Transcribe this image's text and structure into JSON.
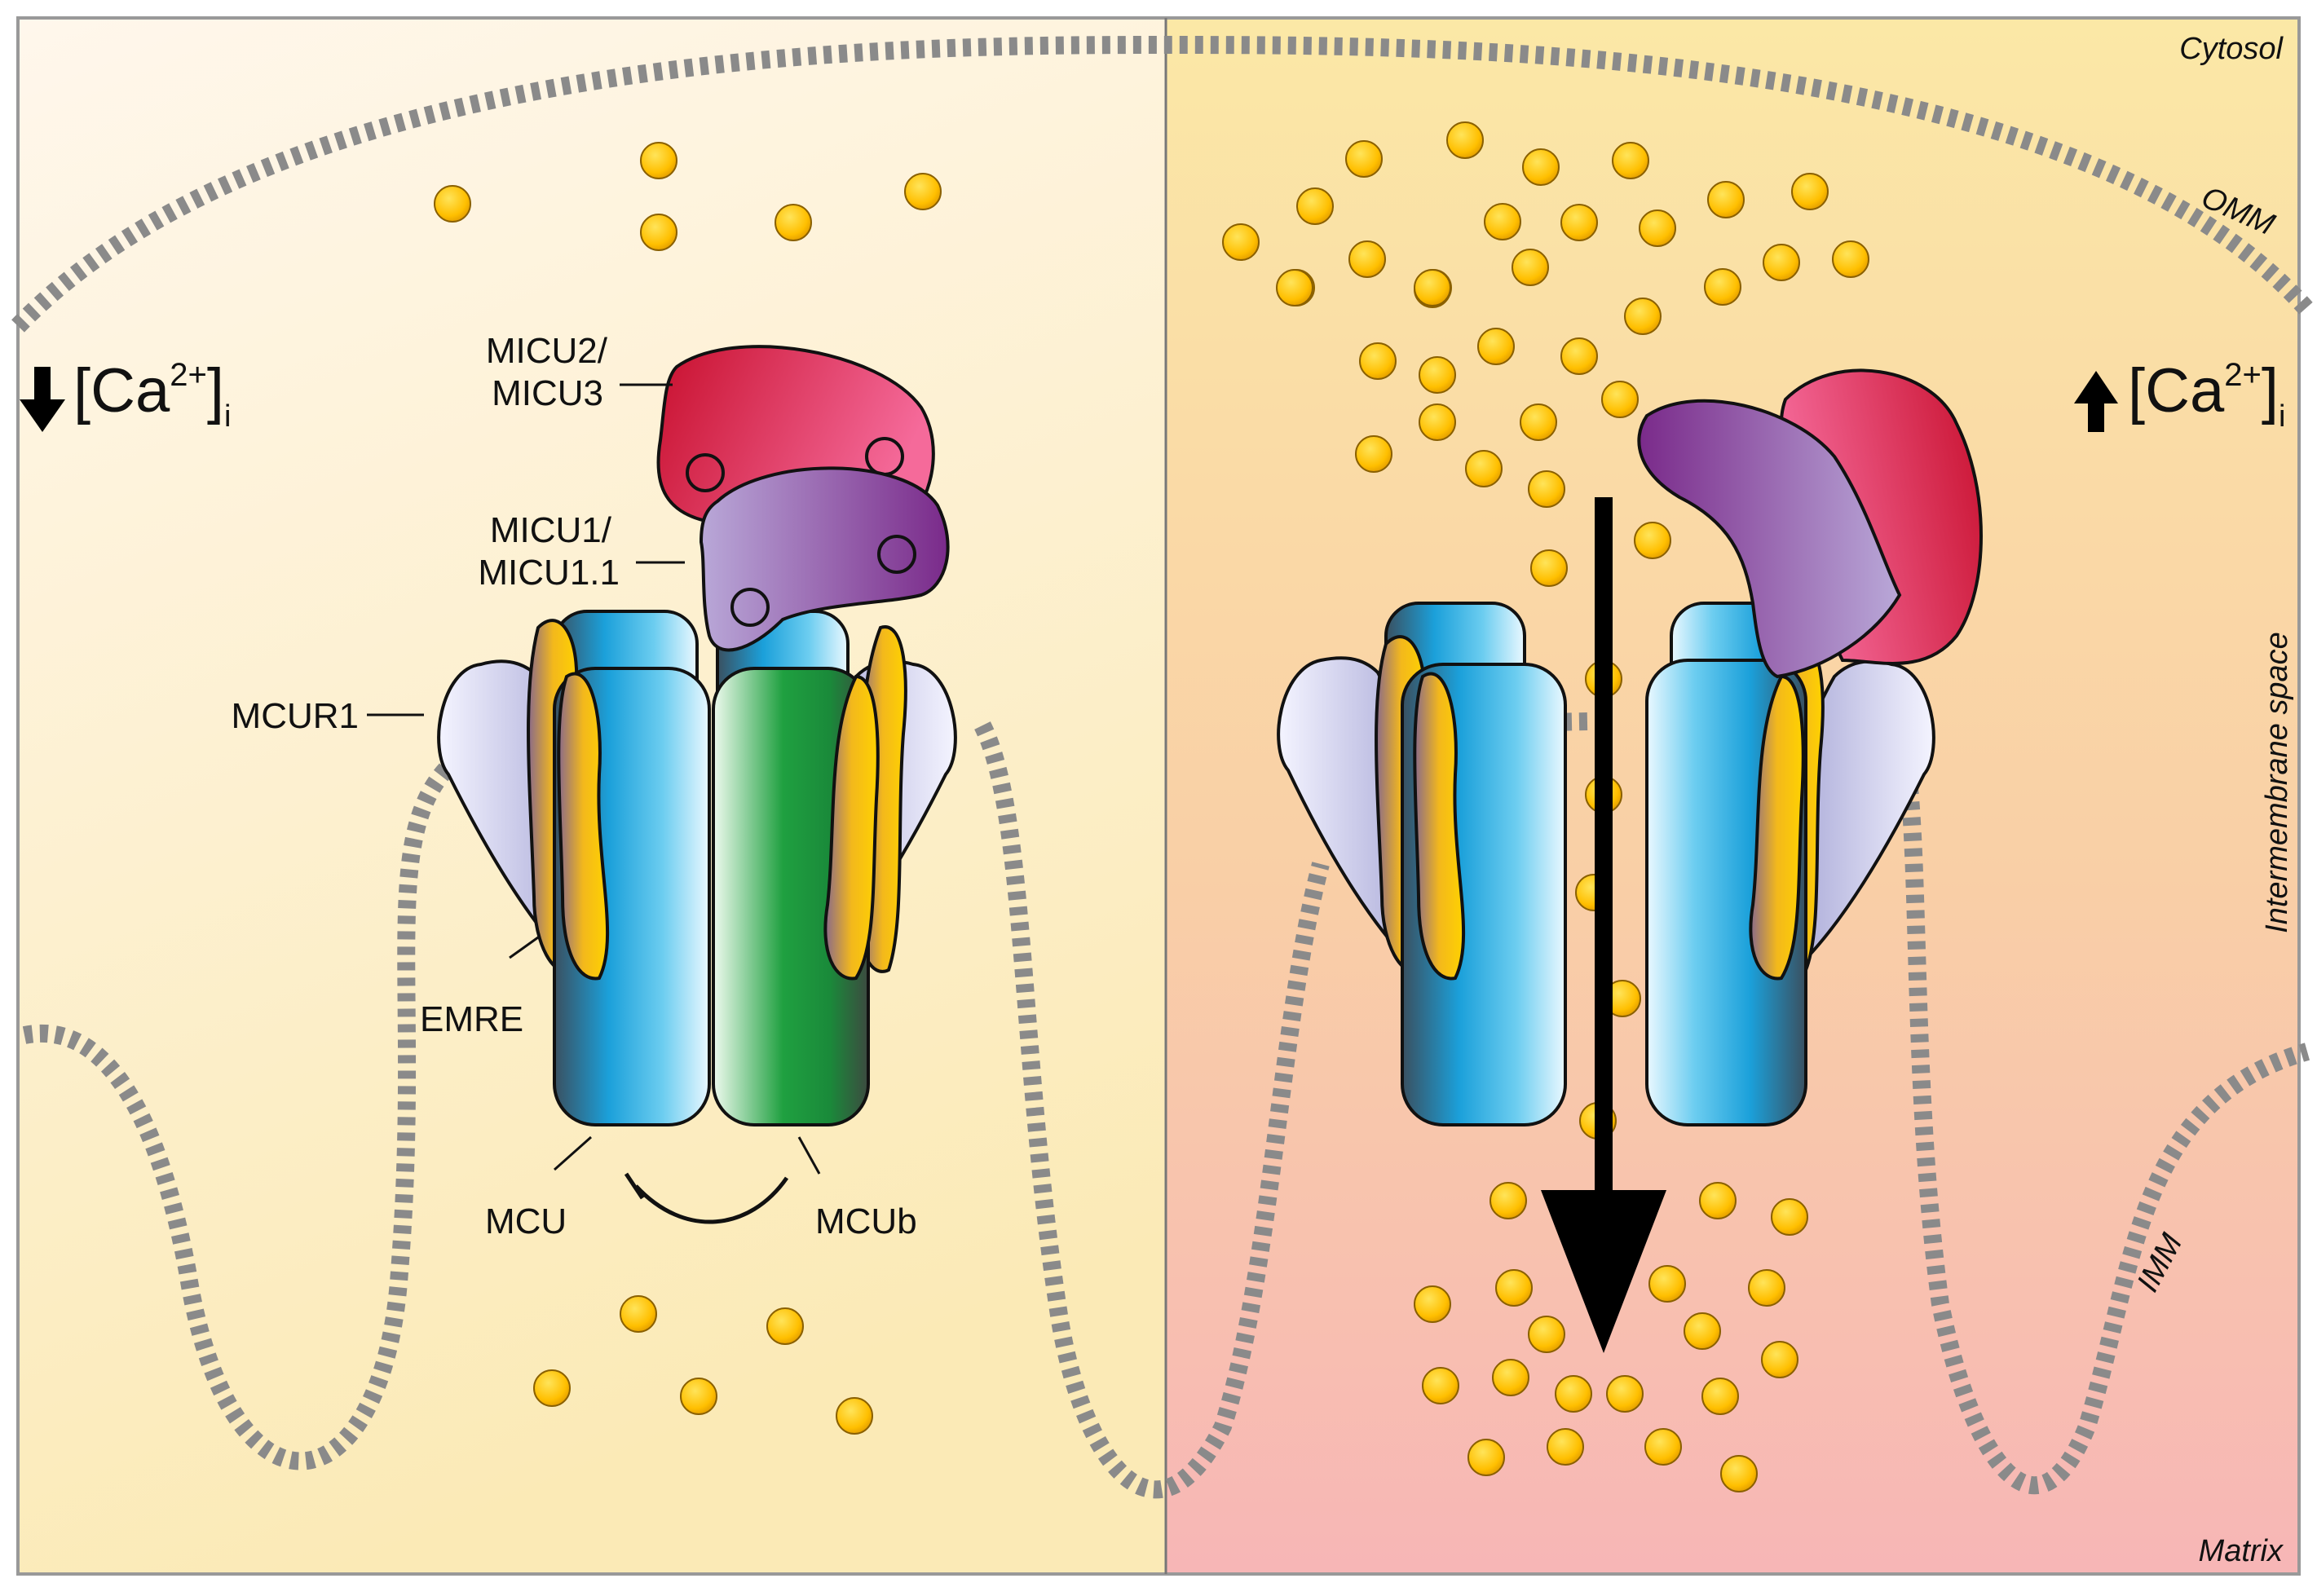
{
  "regions": {
    "cytosol": "Cytosol",
    "omm": "OMM",
    "intermembrane": "Intermembrane space",
    "imm": "IMM",
    "matrix": "Matrix"
  },
  "concentration": {
    "low": {
      "base": "[Ca",
      "sup": "2+",
      "close": "]",
      "sub": "i",
      "arrow": "down"
    },
    "high": {
      "base": "[Ca",
      "sup": "2+",
      "close": "]",
      "sub": "i",
      "arrow": "up"
    }
  },
  "labels": {
    "micu2_a": "MICU2/",
    "micu2_b": "MICU3",
    "micu1_a": "MICU1/",
    "micu1_b": "MICU1.1",
    "mcur1": "MCUR1",
    "emre": "EMRE",
    "mcu": "MCU",
    "mcub": "MCUb"
  },
  "colors": {
    "micu2": "#e0305a",
    "micu1": "#8b5aa8",
    "mcu": "#1ea0d8",
    "mcub": "#1f9a3c",
    "emre": "#f2c200",
    "mcur1": "#a8a8d8",
    "calcium": "#ffc400",
    "membrane": "#8a8a8a"
  }
}
